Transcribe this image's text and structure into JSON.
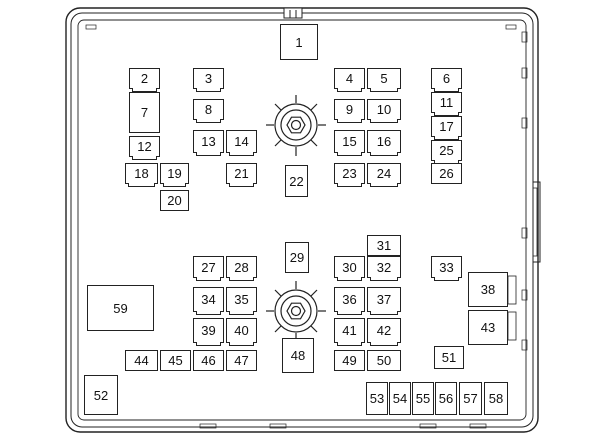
{
  "diagram": {
    "stroke_color": "#222222",
    "background_color": "#ffffff",
    "studs": [
      "stud-upper",
      "stud-lower"
    ],
    "fuses": [
      "1",
      "2",
      "3",
      "4",
      "5",
      "6",
      "7",
      "8",
      "9",
      "10",
      "11",
      "12",
      "13",
      "14",
      "15",
      "16",
      "17",
      "18",
      "19",
      "20",
      "21",
      "22",
      "23",
      "24",
      "25",
      "26",
      "27",
      "28",
      "29",
      "30",
      "31",
      "32",
      "33",
      "34",
      "35",
      "36",
      "37",
      "38",
      "39",
      "40",
      "41",
      "42",
      "43",
      "44",
      "45",
      "46",
      "47",
      "48",
      "49",
      "50",
      "51",
      "52",
      "53",
      "54",
      "55",
      "56",
      "57",
      "58",
      "59"
    ]
  }
}
